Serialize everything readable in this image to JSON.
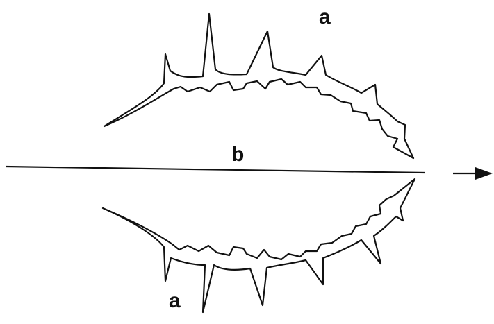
{
  "labels": {
    "upper": "a",
    "axis": "b",
    "lower": "a"
  },
  "colors": {
    "stroke": "#111111",
    "background": "#ffffff"
  }
}
